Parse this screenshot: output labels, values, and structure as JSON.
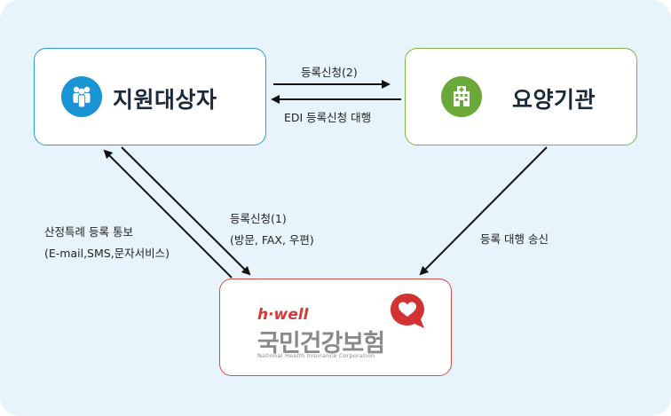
{
  "nodes": {
    "subject": {
      "title": "지원대상자",
      "icon": "people-icon"
    },
    "agency": {
      "title": "요양기관",
      "icon": "hospital-icon"
    },
    "nhis": {
      "logo_tag": "h·well",
      "name": "국민건강보험",
      "subtitle": "National Health Insurance Corporation",
      "icon": "heart-speech-bubble-icon"
    }
  },
  "edges": {
    "subject_to_agency": "등록신청(2)",
    "agency_to_subject": "EDI 등록신청 대행",
    "subject_to_nhis_line1": "등록신청(1)",
    "subject_to_nhis_line2": "(방문, FAX, 우편)",
    "nhis_to_subject_line1": "산정특례 등록 통보",
    "nhis_to_subject_line2": "(E-mail,SMS,문자서비스)",
    "agency_to_nhis": "등록 대행 송신"
  },
  "colors": {
    "background": "#e8f4fb",
    "subject_accent": "#2a9ad8",
    "agency_accent": "#7cb342",
    "nhis_accent": "#d64a4a"
  }
}
